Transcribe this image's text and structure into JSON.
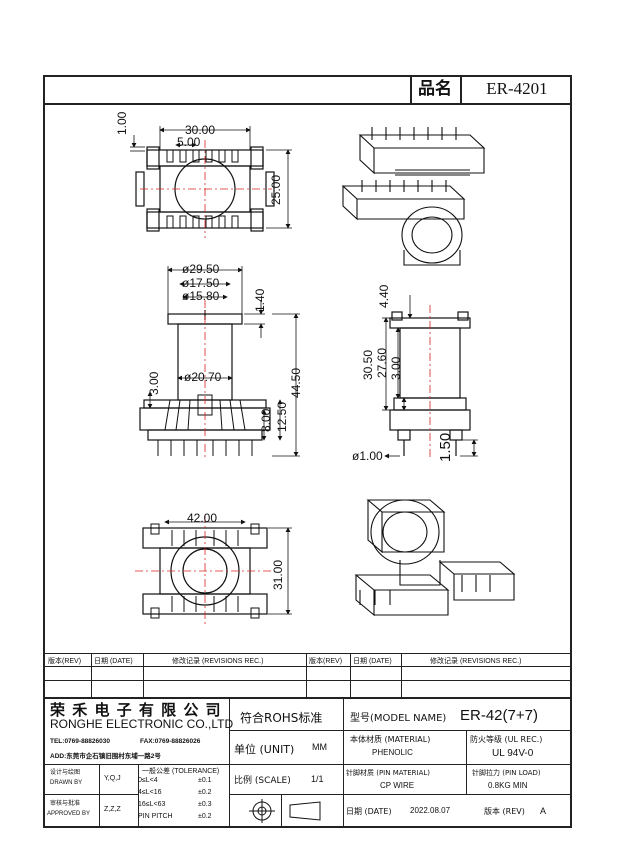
{
  "header": {
    "part_label": "品名",
    "part_number": "ER-4201"
  },
  "dimensions": {
    "top_view": {
      "overall_width": "30.00",
      "pin_pitch": "5.00",
      "flange_thickness": "1.00",
      "depth": "25.00"
    },
    "front_view": {
      "flange_dia": "ø29.50",
      "winding_dia_outer": "ø17.50",
      "winding_dia_inner": "ø15.80",
      "flange_top": "1.40",
      "core_dia": "ø20.70",
      "slot": "3.00",
      "base_h1": "8.00",
      "base_h2": "12.50",
      "overall_height": "44.50"
    },
    "side_view": {
      "top_offset": "4.40",
      "h1": "30.50",
      "h2": "27.60",
      "h3": "3.00",
      "pin_dia": "ø1.00",
      "pin_len": "1.50"
    },
    "bottom_view": {
      "overall_width": "42.00",
      "depth": "31.00"
    }
  },
  "revision_table": {
    "headers": [
      "版本(REV)",
      "日期 (DATE)",
      "修改记录 (REVISIONS REC.)",
      "版本(REV)",
      "日期 (DATE)",
      "修改记录 (REVISIONS REC.)"
    ]
  },
  "title_block": {
    "company_cn": "荣 禾 电 子 有 限 公 司",
    "company_en": "RONGHE ELECTRONIC CO.,LTD",
    "tel": "TEL:0769-88826030",
    "fax": "FAX:0769-88826026",
    "address": "ADD:东莞市企石镇旧围村东埔一路2号",
    "rohs": "符合ROHS标准",
    "model_label": "型号(MODEL NAME)",
    "model_value": "ER-42(7+7)",
    "unit_label": "单位 (UNIT)",
    "unit_value": "MM",
    "material_label": "本体材质 (MATERIAL)",
    "material_value": "PHENOLIC",
    "flame_label": "防火等级 (UL REC.)",
    "flame_value": "UL 94V-0",
    "designed_label": "设计与绘图",
    "designed_label_en": "DRAWN BY",
    "designed_value": "Y,Q,J",
    "approved_label": "审核与批准",
    "approved_label_en": "APPROVED BY",
    "approved_value": "Z,Z,Z",
    "tolerance_title": "一般公差 (TOLERANCE)",
    "tolerance_rows": [
      {
        "range": "0≤L<4",
        "tol": "±0.1"
      },
      {
        "range": "4≤L<16",
        "tol": "±0.2"
      },
      {
        "range": "16≤L<63",
        "tol": "±0.3"
      },
      {
        "range": "PIN PITCH",
        "tol": "±0.2"
      }
    ],
    "scale_label": "比例 (SCALE)",
    "scale_value": "1/1",
    "pin_material_label": "针脚材质 (PIN MATERIAL)",
    "pin_material_value": "CP WIRE",
    "pin_load_label": "针脚拉力 (PIN LOAD)",
    "pin_load_value": "0.8KG MIN",
    "date_label": "日期 (DATE)",
    "date_value": "2022.08.07",
    "rev_label": "版本 (REV)",
    "rev_value": "A"
  }
}
